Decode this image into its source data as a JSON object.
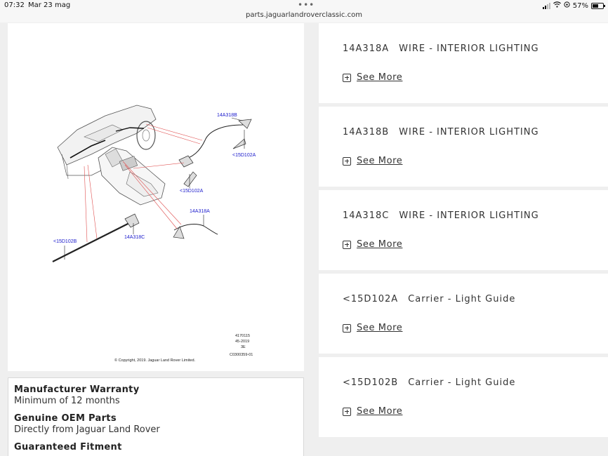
{
  "status": {
    "time": "07:32",
    "date": "Mar 23 mag",
    "battery": "57%",
    "battery_level": 0.57
  },
  "browser": {
    "url": "parts.jaguarlandroverclassic.com"
  },
  "diagram": {
    "labels": {
      "p14A318B": "14A318B",
      "p15D102A_top": "<15D102A",
      "p15D102A_mid": "<15D102A",
      "p14A318A": "14A318A",
      "p14A318C": "14A318C",
      "p15D102B": "<15D102B"
    },
    "meta": {
      "line1": "4170115",
      "line2": "45-2019",
      "line3": "3E",
      "line4": "C0300359-01"
    },
    "copyright": "© Copyright, 2019. Jaguar Land Rover Limited."
  },
  "info": {
    "items": [
      {
        "title": "Manufacturer Warranty",
        "sub": "Minimum of 12 months"
      },
      {
        "title": "Genuine OEM Parts",
        "sub": "Directly from Jaguar Land Rover"
      },
      {
        "title": "Guaranteed Fitment",
        "sub": ""
      }
    ]
  },
  "parts": {
    "see_more_label": "See More",
    "items": [
      {
        "number": "14A318A",
        "name": "WIRE - INTERIOR LIGHTING"
      },
      {
        "number": "14A318B",
        "name": "WIRE - INTERIOR LIGHTING"
      },
      {
        "number": "14A318C",
        "name": "WIRE - INTERIOR LIGHTING"
      },
      {
        "number": "<15D102A",
        "name": "Carrier - Light Guide"
      },
      {
        "number": "<15D102B",
        "name": "Carrier - Light Guide"
      }
    ]
  },
  "colors": {
    "label_blue": "#1a1acc",
    "leader_red": "#e05050"
  }
}
